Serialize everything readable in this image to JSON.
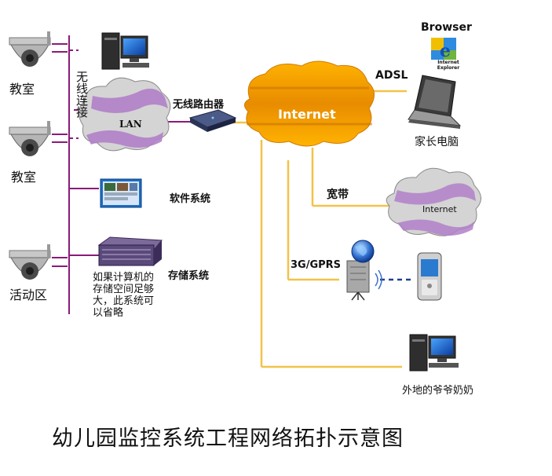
{
  "title": "幼儿园监控系统工程网络拓扑示意图",
  "nodes": {
    "camera1_label": "教室",
    "camera2_label": "教室",
    "camera3_label": "活动区",
    "wireless_link": "无线连接",
    "lan_cloud": "LAN",
    "router": "无线路由器",
    "internet_cloud": "Internet",
    "software_system": "软件系统",
    "storage_system": "存储系统",
    "storage_note": [
      "如果计算机的",
      "存储空间足够",
      "大，此系统可",
      "以省略"
    ],
    "browser": "Browser",
    "ie_logo_text": "Internet Explorer",
    "adsl": "ADSL",
    "parent_pc": "家长电脑",
    "broadband": "宽带",
    "internet_cloud_small": "Internet",
    "mobile_link": "3G/GPRS",
    "grandparents_pc": "外地的爷爷奶奶"
  },
  "colors": {
    "bus": "#8b1a7a",
    "internet_link": "#f2c24a",
    "cloud_gray": "#d4d4d4",
    "cloud_purple": "#b080c8",
    "internet_orange": "#f5a000",
    "wireless_dash": "#1f3f8f"
  }
}
